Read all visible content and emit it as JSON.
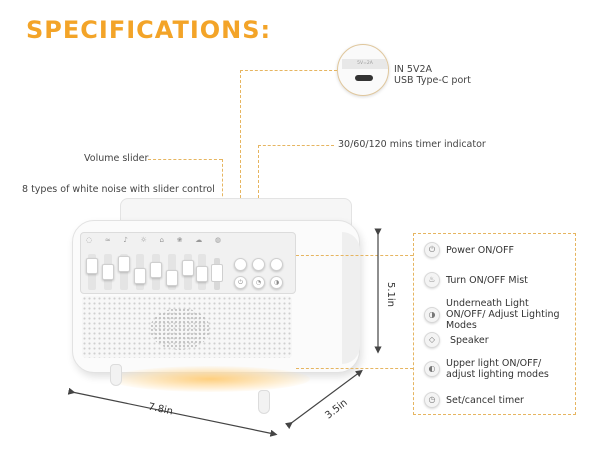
{
  "title": "SPECIFICATIONS:",
  "usb": {
    "line1": "IN 5V2A",
    "line2": "USB Type-C port",
    "plate_text": "5V=2A"
  },
  "callouts": {
    "timer_indicator": "30/60/120 mins timer indicator",
    "volume_slider": "Volume slider",
    "white_noise": "8 types of white noise with slider control"
  },
  "dimensions": {
    "height": "5.1in",
    "width": "7.8in",
    "depth": "3.5in"
  },
  "panel": {
    "items": [
      {
        "label": "Power ON/OFF",
        "icon": "power-icon"
      },
      {
        "label": "Turn ON/OFF Mist",
        "icon": "mist-icon"
      },
      {
        "label": "Underneath Light ON/OFF/ Adjust Lighting Modes",
        "icon": "light-icon"
      },
      {
        "label": "Speaker",
        "icon": "speaker-icon"
      },
      {
        "label": "Upper light ON/OFF/ adjust lighting modes",
        "icon": "upper-light-icon"
      },
      {
        "label": "Set/cancel timer",
        "icon": "timer-icon"
      }
    ]
  },
  "colors": {
    "accent": "#f3a428",
    "guide": "#e6b560"
  }
}
